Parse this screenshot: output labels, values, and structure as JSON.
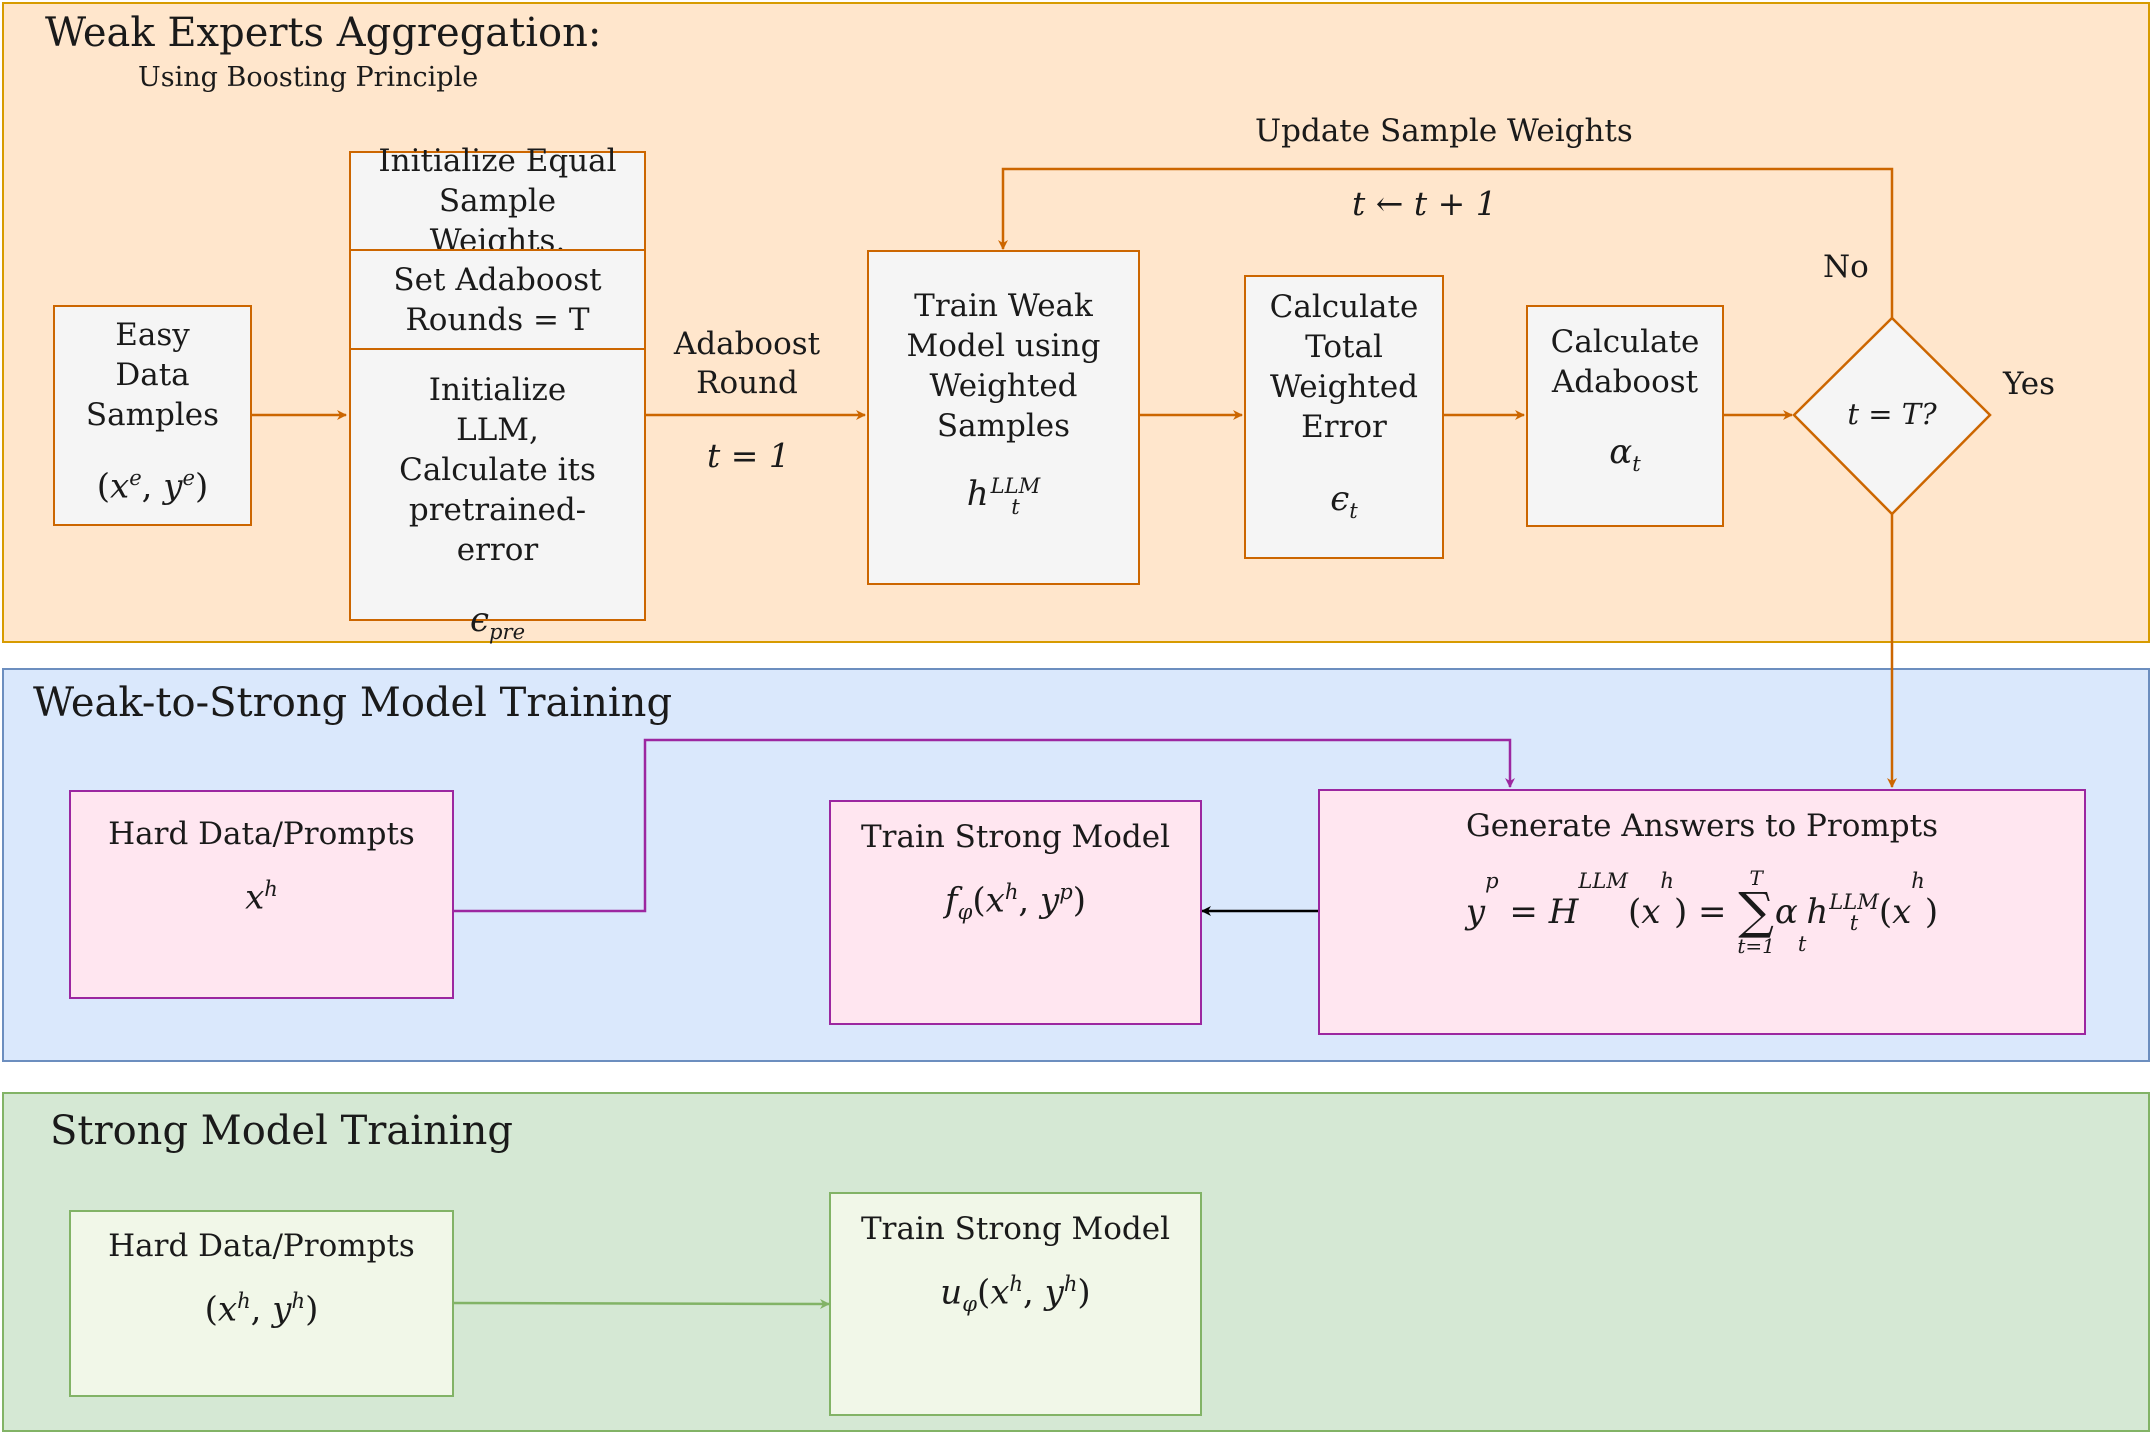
{
  "panels": {
    "weak_experts": {
      "title": "Weak Experts Aggregation:",
      "subtitle": "Using Boosting Principle"
    },
    "weak_to_strong": {
      "title": "Weak-to-Strong Model Training"
    },
    "strong": {
      "title": "Strong Model Training"
    }
  },
  "nodes": {
    "easy_data": {
      "label": "Easy Data Samples",
      "math": "(x^e, y^e)"
    },
    "init_weights": {
      "label": "Initialize Equal Sample Weights."
    },
    "set_rounds": {
      "label": "Set Adaboost Rounds = T"
    },
    "init_llm": {
      "label": "Initialize LLM, Calculate its pretrained-error",
      "math": "ε_pre"
    },
    "train_weak": {
      "label": "Train Weak Model using Weighted Samples",
      "math": "h_t^LLM"
    },
    "total_error": {
      "label": "Calculate Total Weighted Error",
      "math": "ε_t"
    },
    "adaboost_alpha": {
      "label": "Calculate Adaboost",
      "math": "α_t"
    },
    "decision": {
      "label": "t = T?"
    },
    "hard_data_1": {
      "label": "Hard Data/Prompts",
      "math": "x^h"
    },
    "train_strong_1": {
      "label": "Train Strong Model",
      "math": "f_φ(x^h, y^p)"
    },
    "generate_answers": {
      "label": "Generate Answers to Prompts",
      "math": "y^p = H^LLM(x^h) = Σ_{t=1}^{T} α_t h_t^LLM(x^h)"
    },
    "hard_data_2": {
      "label": "Hard Data/Prompts",
      "math": "(x^h, y^h)"
    },
    "train_strong_2": {
      "label": "Train Strong Model",
      "math": "u_φ(x^h, y^h)"
    }
  },
  "edge_labels": {
    "adaboost_round": "Adaboost Round",
    "t_init": "t = 1",
    "update_weights": "Update Sample Weights",
    "t_increment": "t ← t + 1",
    "no": "No",
    "yes": "Yes"
  },
  "math_parts": {
    "easy_x": "x",
    "easy_xs": "e",
    "easy_y": "y",
    "easy_ys": "e",
    "eps": "ϵ",
    "eps_pre": "pre",
    "h": "h",
    "h_sub": "t",
    "h_sup": "LLM",
    "eps_t": "t",
    "alpha": "α",
    "alpha_sub": "t",
    "xh": "x",
    "xh_sup": "h",
    "f": "f",
    "phi": "φ",
    "yp_sup": "p",
    "u": "u",
    "yh_sup": "h",
    "gen_y": "y",
    "gen_H": "H",
    "gen_Hsup": "LLM",
    "sum_top": "T",
    "sum_bot": "t=1"
  },
  "colors": {
    "orange_fill": "#ffe6cc",
    "orange_stroke": "#d79b00",
    "blue_fill": "#dae8fc",
    "blue_stroke": "#6c8ebf",
    "green_fill": "#d5e8d4",
    "green_stroke": "#82b366",
    "edge_orange": "#cc6600",
    "edge_purple": "#9c27a0",
    "edge_black": "#000000",
    "edge_green": "#82b366"
  }
}
